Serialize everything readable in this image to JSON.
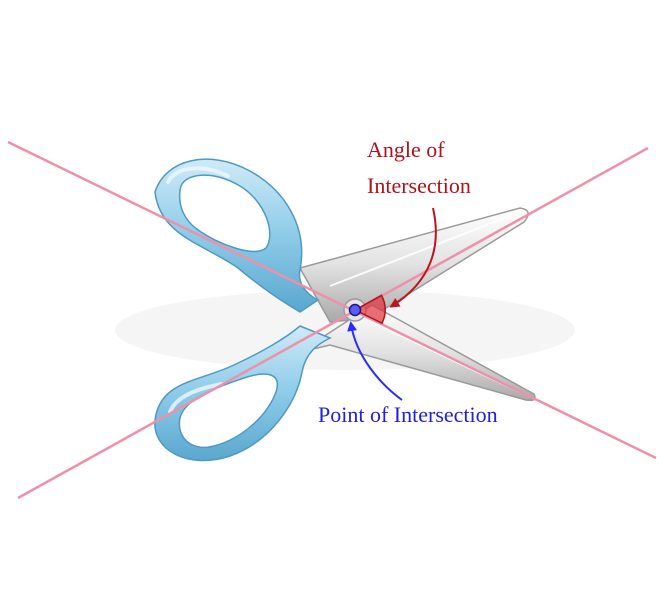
{
  "labels": {
    "angle_line1": "Angle of",
    "angle_line2": "Intersection",
    "point": "Point of Intersection"
  },
  "colors": {
    "angle": "#b0121b",
    "point": "#2020e0",
    "lines": "#ee90aa",
    "handle": "#8ccbe8",
    "blade": "#d8d8d8"
  }
}
